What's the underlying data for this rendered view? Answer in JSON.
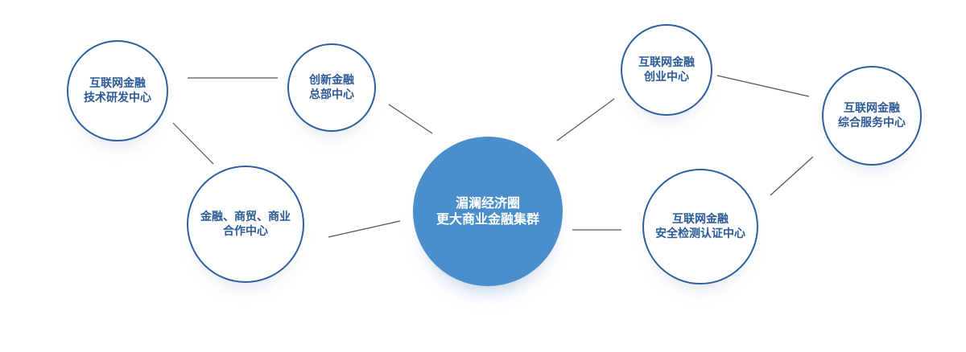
{
  "diagram": {
    "center": {
      "line1": "湄澜经济圈",
      "line2": "更大商业金融集群"
    },
    "nodes": {
      "tech": {
        "line1": "互联网金融",
        "line2": "技术研发中心"
      },
      "hq": {
        "line1": "创新金融",
        "line2": "总部中心"
      },
      "trade": {
        "line1": "金融、商贸、商业",
        "line2": "合作中心"
      },
      "startup": {
        "line1": "互联网金融",
        "line2": "创业中心"
      },
      "service": {
        "line1": "互联网金融",
        "line2": "综合服务中心"
      },
      "safety": {
        "line1": "互联网金融",
        "line2": "安全检测认证中心"
      }
    },
    "colors": {
      "center_fill": "#4a8fcb",
      "node_border": "#2f5f9e",
      "node_text": "#2b5a97",
      "connector": "#555555"
    }
  }
}
